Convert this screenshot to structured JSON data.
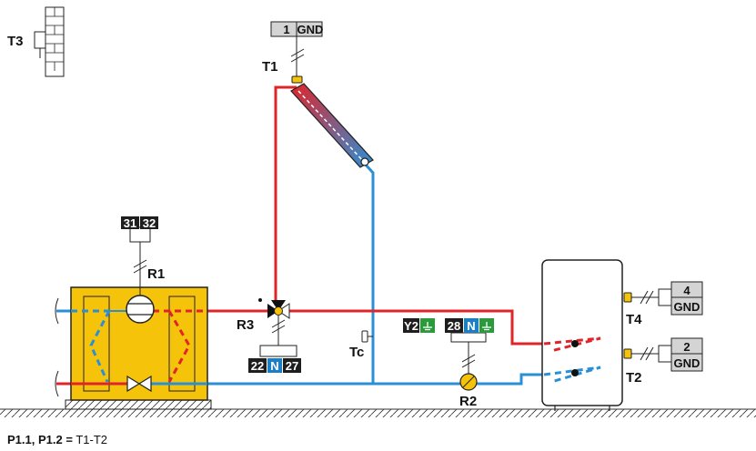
{
  "labels": {
    "t3": "T3",
    "t1": "T1",
    "r1": "R1",
    "r3": "R3",
    "tc": "Tc",
    "r2": "R2",
    "t4": "T4",
    "t2": "T2"
  },
  "terminals": {
    "t1_num": "1",
    "t1_gnd": "GND",
    "r1_a": "31",
    "r1_b": "32",
    "r3_a": "22",
    "r3_n": "N",
    "r3_b": "27",
    "r2_y": "Y2",
    "r2_num": "28",
    "r2_n": "N",
    "t4_num": "4",
    "t4_gnd": "GND",
    "t2_num": "2",
    "t2_gnd": "GND"
  },
  "footnote": {
    "key": "P1.1, P1.2 =",
    "value": "T1-T2"
  },
  "colors": {
    "hot": "#e0252a",
    "cold": "#2b8fd6",
    "boiler": "#f5c30a",
    "terminal_dark": "#1e1e1e",
    "terminal_blue": "#1c7fc4",
    "terminal_green": "#2a9a3c",
    "terminal_gray": "#d4d4d4"
  }
}
